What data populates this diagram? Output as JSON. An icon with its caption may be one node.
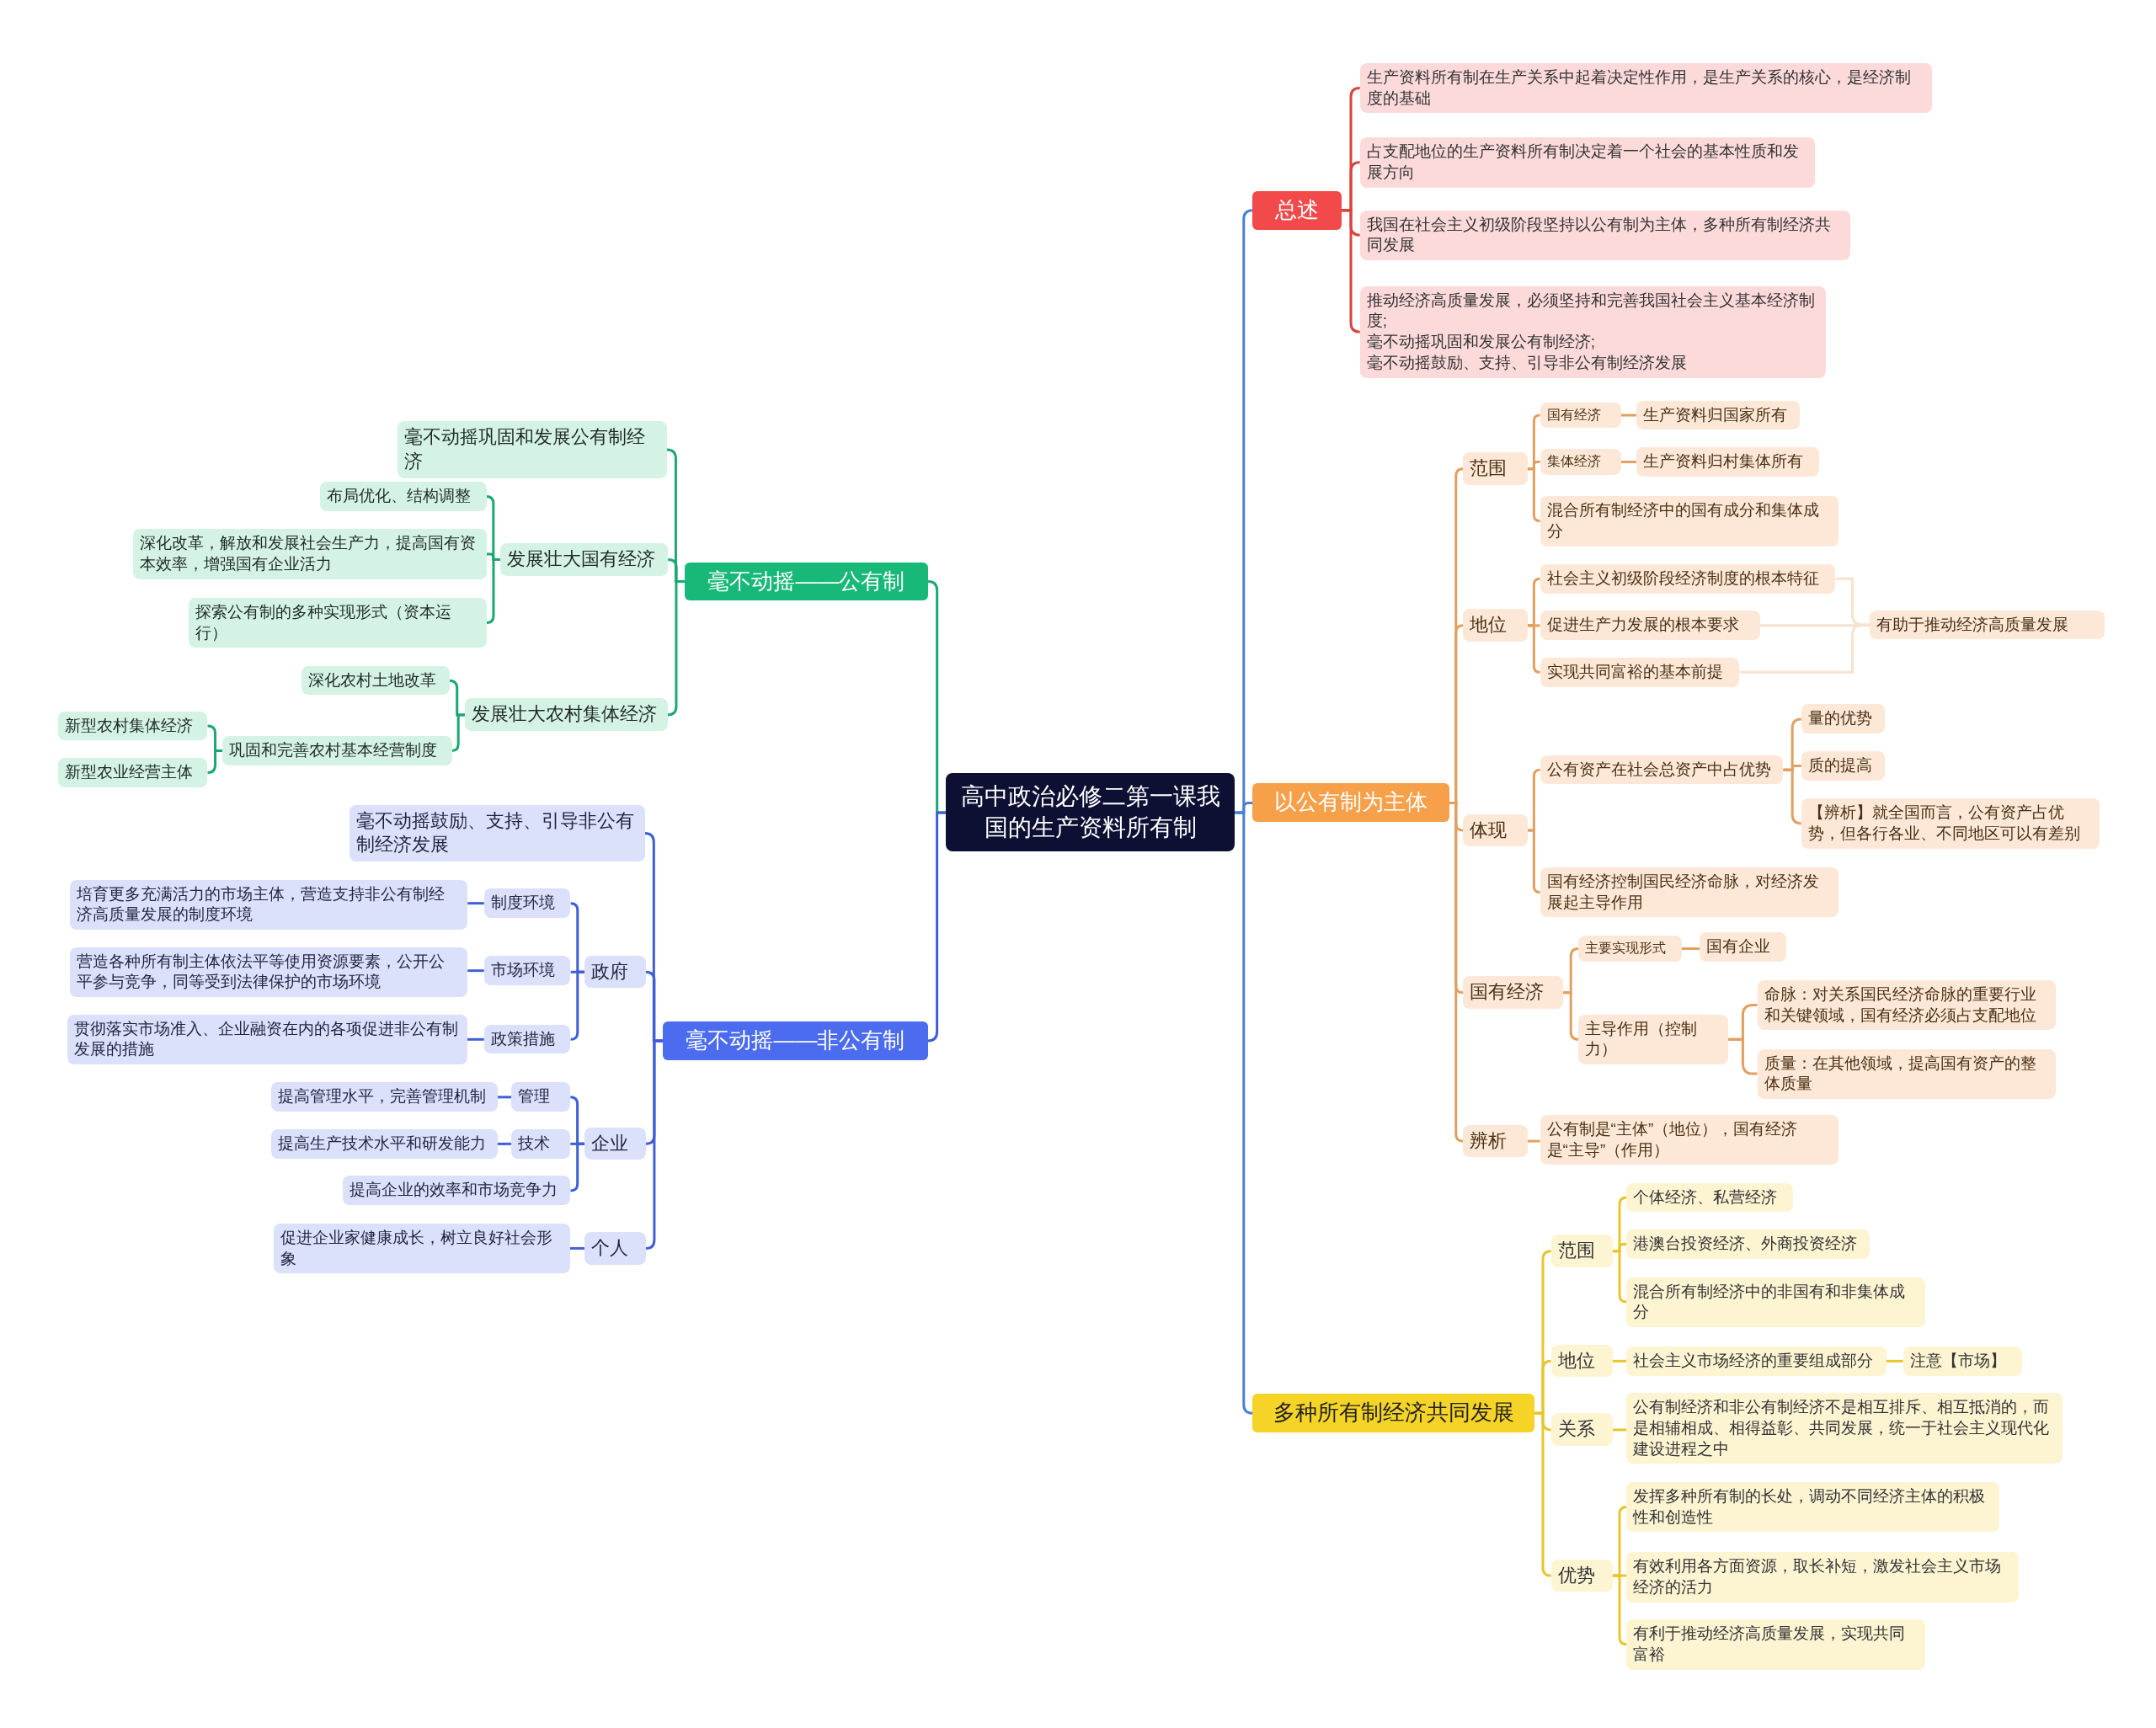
{
  "diagram": {
    "nodes": [
      {
        "text": [
          "高中政治必修二第一课我国的生产资料所有制"
        ]
      },
      {
        "text": [
          "总述"
        ]
      },
      {
        "text": [
          "生产资料所有制在生产关系中起着决定性作用，是生产关系的核心，是经济制度的基础"
        ]
      },
      {
        "text": [
          "占支配地位的生产资料所有制决定着一个社会的基本性质和发展方向"
        ]
      },
      {
        "text": [
          "我国在社会主义初级阶段坚持以公有制为主体，多种所有制经济共同发展"
        ]
      },
      {
        "text": [
          "推动经济高质量发展，必须坚持和完善我国社会主义基本经济制度;",
          "毫不动摇巩固和发展公有制经济;",
          "毫不动摇鼓励、支持、引导非公有制经济发展"
        ]
      },
      {
        "text": [
          "以公有制为主体"
        ]
      },
      {
        "text": [
          "范围"
        ]
      },
      {
        "text": [
          "国有经济"
        ]
      },
      {
        "text": [
          "生产资料归国家所有"
        ]
      },
      {
        "text": [
          "集体经济"
        ]
      },
      {
        "text": [
          "生产资料归村集体所有"
        ]
      },
      {
        "text": [
          "混合所有制经济中的国有成分和集体成分"
        ]
      },
      {
        "text": [
          "地位"
        ]
      },
      {
        "text": [
          "社会主义初级阶段经济制度的根本特征"
        ]
      },
      {
        "text": [
          "促进生产力发展的根本要求"
        ]
      },
      {
        "text": [
          "实现共同富裕的基本前提"
        ]
      },
      {
        "text": [
          "有助于推动经济高质量发展"
        ]
      },
      {
        "text": [
          "体现"
        ]
      },
      {
        "text": [
          "公有资产在社会总资产中占优势"
        ]
      },
      {
        "text": [
          "量的优势"
        ]
      },
      {
        "text": [
          "质的提高"
        ]
      },
      {
        "text": [
          "【辨析】就全国而言，公有资产占优势，但各行各业、不同地区可以有差别"
        ]
      },
      {
        "text": [
          "国有经济控制国民经济命脉，对经济发展起主导作用"
        ]
      },
      {
        "text": [
          "国有经济"
        ]
      },
      {
        "text": [
          "主要实现形式"
        ]
      },
      {
        "text": [
          "国有企业"
        ]
      },
      {
        "text": [
          "主导作用（控制力）"
        ]
      },
      {
        "text": [
          "命脉：对关系国民经济命脉的重要行业和关键领域，国有经济必须占支配地位"
        ]
      },
      {
        "text": [
          "质量：在其他领域，提高国有资产的整体质量"
        ]
      },
      {
        "text": [
          "辨析"
        ]
      },
      {
        "text": [
          "公有制是“主体”（地位），国有经济是“主导”（作用）"
        ]
      },
      {
        "text": [
          "多种所有制经济共同发展"
        ]
      },
      {
        "text": [
          "范围"
        ]
      },
      {
        "text": [
          "个体经济、私营经济"
        ]
      },
      {
        "text": [
          "港澳台投资经济、外商投资经济"
        ]
      },
      {
        "text": [
          "混合所有制经济中的非国有和非集体成分"
        ]
      },
      {
        "text": [
          "地位"
        ]
      },
      {
        "text": [
          "社会主义市场经济的重要组成部分"
        ]
      },
      {
        "text": [
          "注意【市场】"
        ]
      },
      {
        "text": [
          "关系"
        ]
      },
      {
        "text": [
          "公有制经济和非公有制经济不是相互排斥、相互抵消的，而是相辅相成、相得益彰、共同发展，统一于社会主义现代化建设进程之中"
        ]
      },
      {
        "text": [
          "优势"
        ]
      },
      {
        "text": [
          "发挥多种所有制的长处，调动不同经济主体的积极性和创造性"
        ]
      },
      {
        "text": [
          "有效利用各方面资源，取长补短，激发社会主义市场经济的活力"
        ]
      },
      {
        "text": [
          "有利于推动经济高质量发展，实现共同富裕"
        ]
      },
      {
        "text": [
          "毫不动摇——公有制"
        ]
      },
      {
        "text": [
          "毫不动摇巩固和发展公有制经济"
        ]
      },
      {
        "text": [
          "发展壮大国有经济"
        ]
      },
      {
        "text": [
          "布局优化、结构调整"
        ]
      },
      {
        "text": [
          "深化改革，解放和发展社会生产力，提高国有资本效率，增强国有企业活力"
        ]
      },
      {
        "text": [
          "探索公有制的多种实现形式（资本运行）"
        ]
      },
      {
        "text": [
          "发展壮大农村集体经济"
        ]
      },
      {
        "text": [
          "深化农村土地改革"
        ]
      },
      {
        "text": [
          "巩固和完善农村基本经营制度"
        ]
      },
      {
        "text": [
          "新型农村集体经济"
        ]
      },
      {
        "text": [
          "新型农业经营主体"
        ]
      },
      {
        "text": [
          "毫不动摇——非公有制"
        ]
      },
      {
        "text": [
          "毫不动摇鼓励、支持、引导非公有制经济发展"
        ]
      },
      {
        "text": [
          "政府"
        ]
      },
      {
        "text": [
          "制度环境"
        ]
      },
      {
        "text": [
          "培育更多充满活力的市场主体，营造支持非公有制经济高质量发展的制度环境"
        ]
      },
      {
        "text": [
          "市场环境"
        ]
      },
      {
        "text": [
          "营造各种所有制主体依法平等使用资源要素，公开公平参与竞争，同等受到法律保护的市场环境"
        ]
      },
      {
        "text": [
          "政策措施"
        ]
      },
      {
        "text": [
          "贯彻落实市场准入、企业融资在内的各项促进非公有制发展的措施"
        ]
      },
      {
        "text": [
          "企业"
        ]
      },
      {
        "text": [
          "管理"
        ]
      },
      {
        "text": [
          "提高管理水平，完善管理机制"
        ]
      },
      {
        "text": [
          "技术"
        ]
      },
      {
        "text": [
          "提高生产技术水平和研发能力"
        ]
      },
      {
        "text": [
          "提高企业的效率和市场竞争力"
        ]
      },
      {
        "text": [
          "个人"
        ]
      },
      {
        "text": [
          "促进企业家健康成长，树立良好社会形象"
        ]
      }
    ],
    "edges": [
      {
        "from": 0,
        "to": 1,
        "arrow": "none",
        "color": "#4a7fd4"
      },
      {
        "from": 1,
        "to": 2,
        "arrow": "none",
        "color": "#d9443f"
      },
      {
        "from": 1,
        "to": 3,
        "arrow": "none",
        "color": "#d9443f"
      },
      {
        "from": 1,
        "to": 4,
        "arrow": "none",
        "color": "#d9443f"
      },
      {
        "from": 1,
        "to": 5,
        "arrow": "none",
        "color": "#d9443f"
      },
      {
        "from": 0,
        "to": 6,
        "arrow": "none",
        "color": "#4a7fd4"
      },
      {
        "from": 6,
        "to": 7,
        "arrow": "none"
      },
      {
        "from": 7,
        "to": 8,
        "arrow": "none"
      },
      {
        "from": 8,
        "to": 9,
        "arrow": "none"
      },
      {
        "from": 7,
        "to": 10,
        "arrow": "none"
      },
      {
        "from": 10,
        "to": 11,
        "arrow": "none"
      },
      {
        "from": 7,
        "to": 12,
        "arrow": "none"
      },
      {
        "from": 6,
        "to": 13,
        "arrow": "none"
      },
      {
        "from": 13,
        "to": 14,
        "arrow": "none"
      },
      {
        "from": 13,
        "to": 15,
        "arrow": "none"
      },
      {
        "from": 13,
        "to": 16,
        "arrow": "none"
      },
      {
        "from": 14,
        "to": 17,
        "arrow": "none",
        "color": "#f6e2cf"
      },
      {
        "from": 15,
        "to": 17,
        "arrow": "none",
        "color": "#f6e2cf"
      },
      {
        "from": 16,
        "to": 17,
        "arrow": "none",
        "color": "#f6e2cf"
      },
      {
        "from": 6,
        "to": 18,
        "arrow": "none"
      },
      {
        "from": 18,
        "to": 19,
        "arrow": "none"
      },
      {
        "from": 19,
        "to": 20,
        "arrow": "none"
      },
      {
        "from": 19,
        "to": 21,
        "arrow": "none"
      },
      {
        "from": 19,
        "to": 22,
        "arrow": "none"
      },
      {
        "from": 18,
        "to": 23,
        "arrow": "none"
      },
      {
        "from": 6,
        "to": 24,
        "arrow": "none"
      },
      {
        "from": 24,
        "to": 25,
        "arrow": "none"
      },
      {
        "from": 25,
        "to": 26,
        "arrow": "none"
      },
      {
        "from": 24,
        "to": 27,
        "arrow": "none"
      },
      {
        "from": 27,
        "to": 28,
        "arrow": "none"
      },
      {
        "from": 27,
        "to": 29,
        "arrow": "none"
      },
      {
        "from": 6,
        "to": 30,
        "arrow": "none"
      },
      {
        "from": 30,
        "to": 31,
        "arrow": "none"
      },
      {
        "from": 0,
        "to": 32,
        "arrow": "none",
        "color": "#4a7fd4"
      },
      {
        "from": 32,
        "to": 33,
        "arrow": "none",
        "color": "#e8c52a"
      },
      {
        "from": 33,
        "to": 34,
        "arrow": "none",
        "color": "#e8c52a"
      },
      {
        "from": 33,
        "to": 35,
        "arrow": "none",
        "color": "#e8c52a"
      },
      {
        "from": 33,
        "to": 36,
        "arrow": "none",
        "color": "#e8c52a"
      },
      {
        "from": 32,
        "to": 37,
        "arrow": "none",
        "color": "#e8c52a"
      },
      {
        "from": 37,
        "to": 38,
        "arrow": "none",
        "color": "#e8c52a"
      },
      {
        "from": 38,
        "to": 39,
        "arrow": "none",
        "color": "#e8c52a"
      },
      {
        "from": 32,
        "to": 40,
        "arrow": "none",
        "color": "#e8c52a"
      },
      {
        "from": 40,
        "to": 41,
        "arrow": "none",
        "color": "#e8c52a"
      },
      {
        "from": 32,
        "to": 42,
        "arrow": "none",
        "color": "#e8c52a"
      },
      {
        "from": 42,
        "to": 43,
        "arrow": "none",
        "color": "#e8c52a"
      },
      {
        "from": 42,
        "to": 44,
        "arrow": "none",
        "color": "#e8c52a"
      },
      {
        "from": 42,
        "to": 45,
        "arrow": "none",
        "color": "#e8c52a"
      },
      {
        "from": 0,
        "to": 46,
        "arrow": "none",
        "color": "#1aa873"
      },
      {
        "from": 46,
        "to": 47,
        "arrow": "none",
        "color": "#1aa873"
      },
      {
        "from": 46,
        "to": 48,
        "arrow": "none",
        "color": "#1aa873"
      },
      {
        "from": 48,
        "to": 49,
        "arrow": "none",
        "color": "#1aa873"
      },
      {
        "from": 48,
        "to": 50,
        "arrow": "none",
        "color": "#1aa873"
      },
      {
        "from": 48,
        "to": 51,
        "arrow": "none",
        "color": "#1aa873"
      },
      {
        "from": 46,
        "to": 52,
        "arrow": "none",
        "color": "#1aa873"
      },
      {
        "from": 52,
        "to": 53,
        "arrow": "none",
        "color": "#1aa873"
      },
      {
        "from": 52,
        "to": 54,
        "arrow": "none",
        "color": "#1aa873"
      },
      {
        "from": 54,
        "to": 55,
        "arrow": "none",
        "color": "#1aa873"
      },
      {
        "from": 54,
        "to": 56,
        "arrow": "none",
        "color": "#1aa873"
      },
      {
        "from": 0,
        "to": 57,
        "arrow": "none",
        "color": "#3f5fd6"
      },
      {
        "from": 57,
        "to": 58,
        "arrow": "none",
        "color": "#3f5fd6"
      },
      {
        "from": 57,
        "to": 59,
        "arrow": "none",
        "color": "#3f5fd6"
      },
      {
        "from": 59,
        "to": 60,
        "arrow": "none",
        "color": "#3f5fd6"
      },
      {
        "from": 60,
        "to": 61,
        "arrow": "none",
        "color": "#3f5fd6"
      },
      {
        "from": 59,
        "to": 62,
        "arrow": "none",
        "color": "#3f5fd6"
      },
      {
        "from": 62,
        "to": 63,
        "arrow": "none",
        "color": "#3f5fd6"
      },
      {
        "from": 59,
        "to": 64,
        "arrow": "none",
        "color": "#3f5fd6"
      },
      {
        "from": 64,
        "to": 65,
        "arrow": "none",
        "color": "#3f5fd6"
      },
      {
        "from": 57,
        "to": 66,
        "arrow": "none",
        "color": "#3f5fd6"
      },
      {
        "from": 66,
        "to": 67,
        "arrow": "none",
        "color": "#3f5fd6"
      },
      {
        "from": 67,
        "to": 68,
        "arrow": "none",
        "color": "#3f5fd6"
      },
      {
        "from": 66,
        "to": 69,
        "arrow": "none",
        "color": "#3f5fd6"
      },
      {
        "from": 69,
        "to": 70,
        "arrow": "none",
        "color": "#3f5fd6"
      },
      {
        "from": 66,
        "to": 71,
        "arrow": "none",
        "color": "#3f5fd6"
      },
      {
        "from": 57,
        "to": 72,
        "arrow": "none",
        "color": "#3f5fd6"
      },
      {
        "from": 72,
        "to": 73,
        "arrow": "none",
        "color": "#3f5fd6"
      }
    ]
  }
}
